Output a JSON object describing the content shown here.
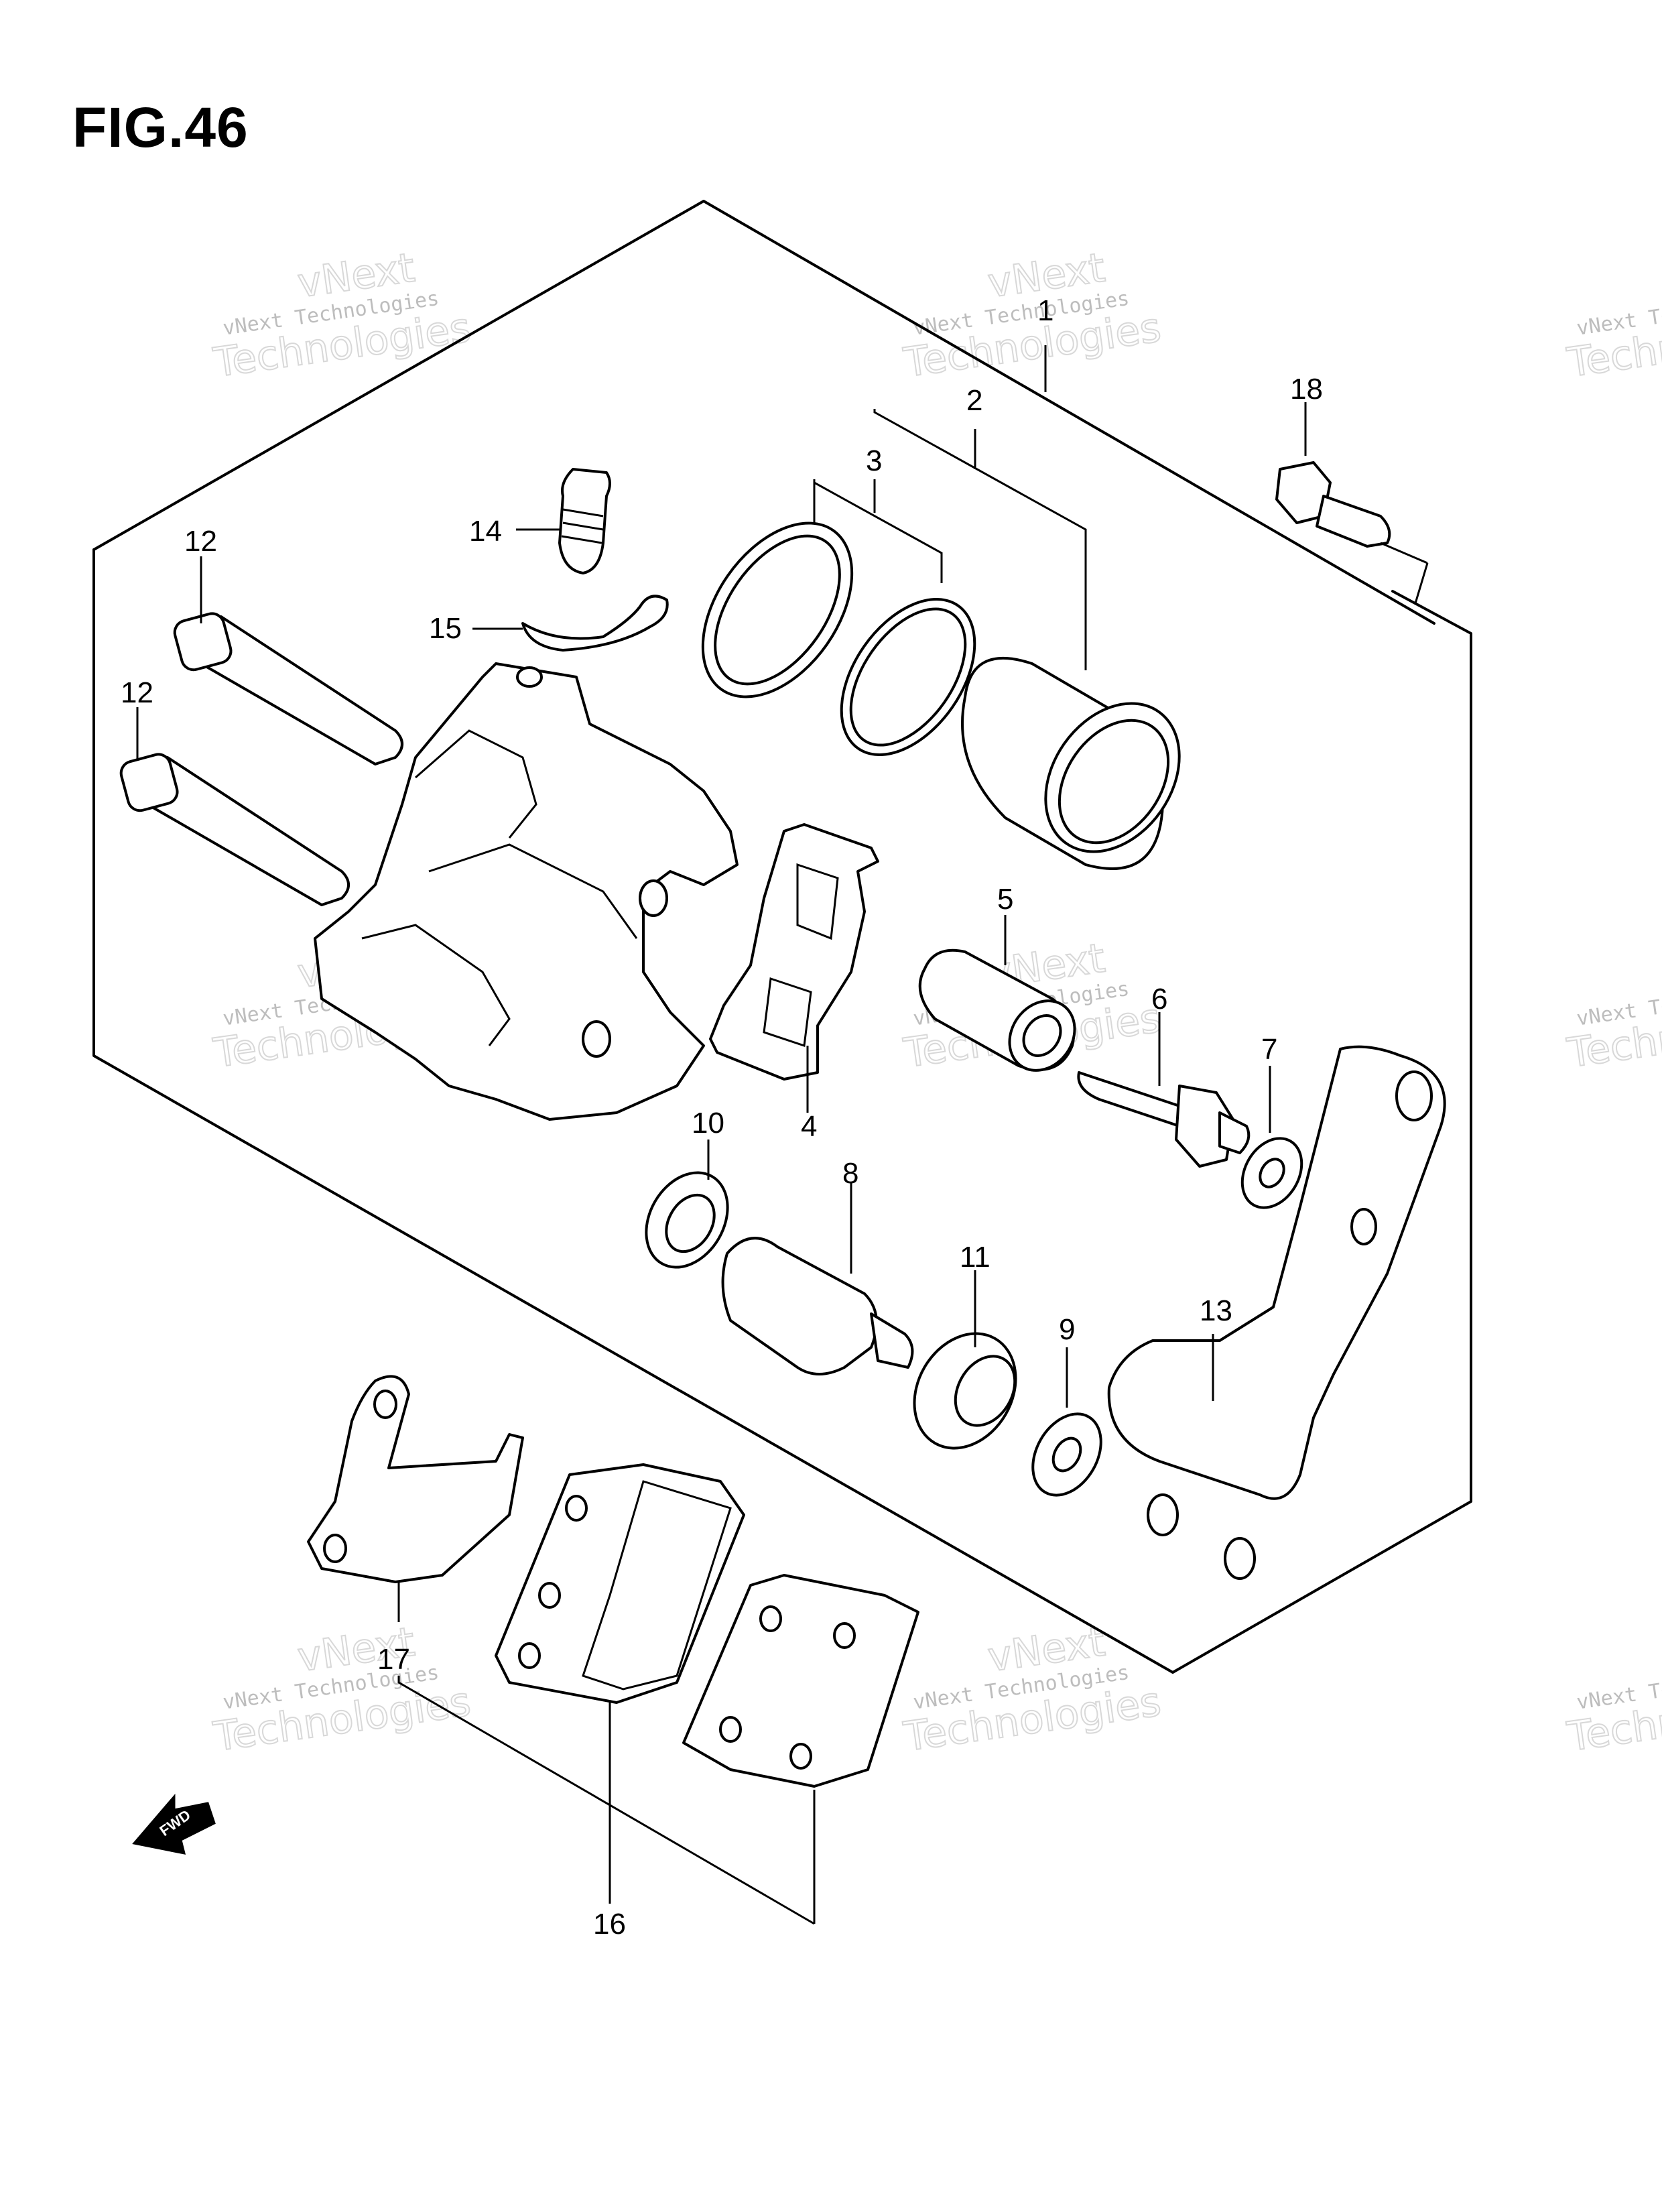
{
  "figure": {
    "title": "FIG.46"
  },
  "callouts": {
    "p1": "1",
    "p2": "2",
    "p3": "3",
    "p4": "4",
    "p5": "5",
    "p6": "6",
    "p7": "7",
    "p8": "8",
    "p9": "9",
    "p10": "10",
    "p11": "11",
    "p12a": "12",
    "p12b": "12",
    "p13": "13",
    "p14": "14",
    "p15": "15",
    "p16": "16",
    "p17": "17",
    "p18": "18"
  },
  "watermark": {
    "line1": "vNext Technologies",
    "line2": "vNext",
    "line3": "Technologies"
  },
  "fwd_arrow": {
    "label": "FWD"
  },
  "colors": {
    "line": "#000000",
    "background": "#ffffff",
    "watermark": "#9a9a9a"
  }
}
